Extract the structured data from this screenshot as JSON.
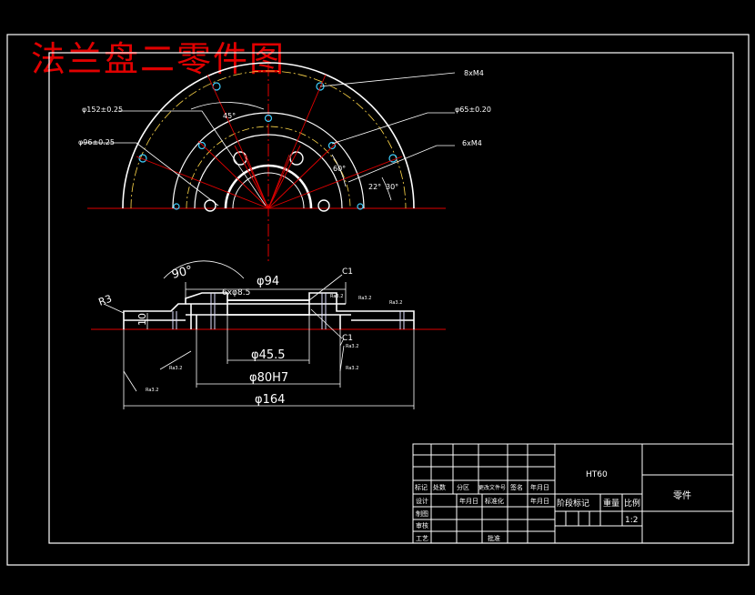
{
  "title": "法兰盘二零件图",
  "top_view": {
    "callouts": [
      "8xM4",
      "φ65±0.20",
      "6xM4",
      "φ152±0.25",
      "φ96±0.25"
    ],
    "angles": [
      "45°",
      "60°",
      "22°",
      "30°"
    ]
  },
  "section_view": {
    "angle_90": "90°",
    "d94": "φ94",
    "c1_top": "C1",
    "c1_bottom": "C1",
    "r3": "R3",
    "h10": "10",
    "holes": "6xφ8.5",
    "d45": "φ45.5",
    "d80": "φ80H7",
    "d164": "φ164",
    "roughness": [
      "Ra3.2",
      "Ra3.2",
      "Ra3.2",
      "Ra3.2",
      "Ra3.2",
      "Ra3.2",
      "Ra3.2"
    ]
  },
  "title_block": {
    "part_code": "HT60",
    "part_type": "零件",
    "scale": "1:2",
    "headers": [
      "标记",
      "处数",
      "分区",
      "更改文件号",
      "签名",
      "年月日"
    ],
    "rows": [
      [
        "设计",
        "",
        "年月日",
        "标准化",
        "",
        "年月日"
      ],
      [
        "制图",
        "",
        "",
        "",
        "",
        ""
      ],
      [
        "审核",
        "",
        "",
        "",
        "",
        ""
      ],
      [
        "工艺",
        "",
        "",
        "批准",
        "",
        ""
      ]
    ],
    "stage_label": "阶段标记",
    "weight_label": "重量",
    "scale_label": "比例"
  }
}
